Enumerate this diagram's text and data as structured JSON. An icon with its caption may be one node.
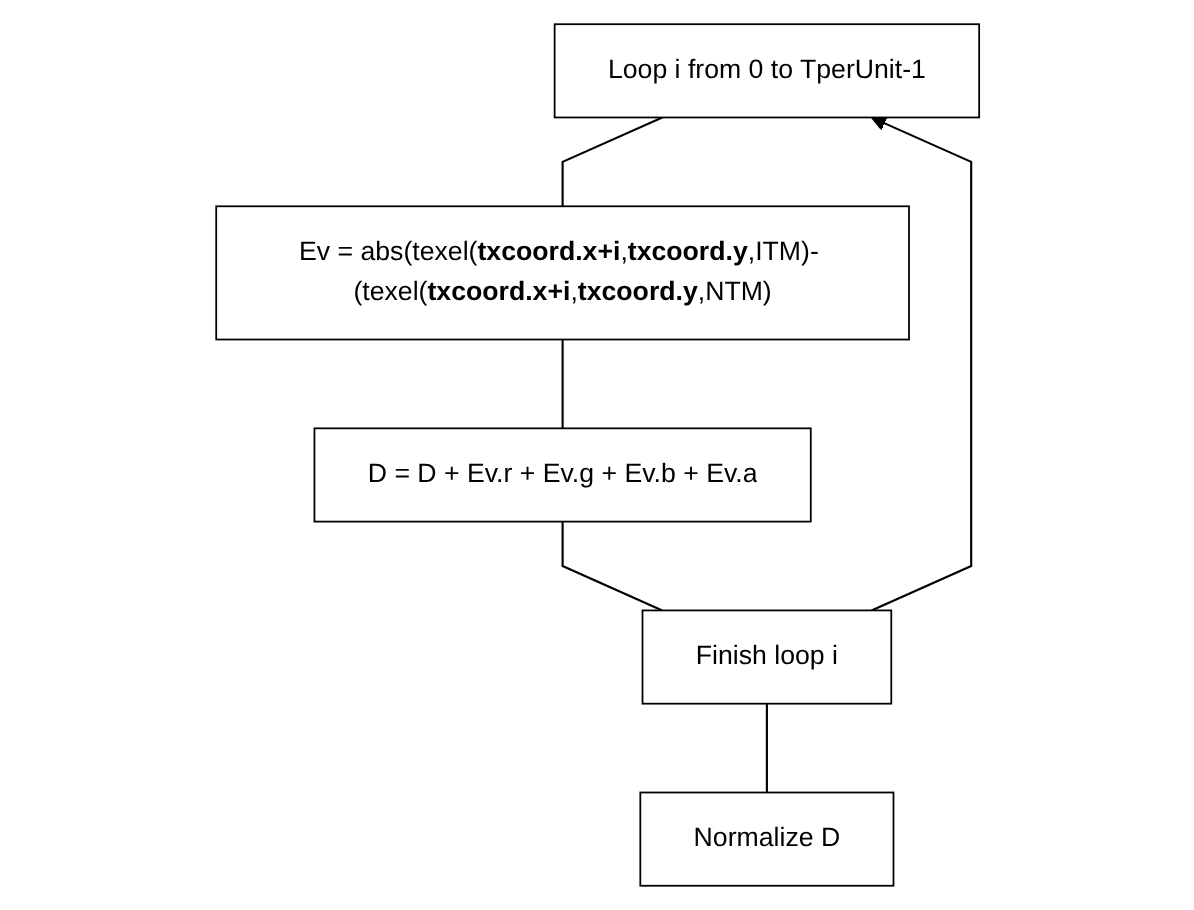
{
  "diagram": {
    "nodes": [
      {
        "text": [
          "Loop i from 0 to TperUnit-1"
        ]
      },
      {
        "text": [
          "Ev = abs(texel(**txcoord.x+i**,**txcoord.y**,ITM)- (texel(**txcoord.x+i**,**txcoord.y**,NTM)"
        ]
      },
      {
        "text": [
          "D = D + Ev.r + Ev.g + Ev.b + Ev.a"
        ]
      },
      {
        "text": [
          "Finish loop i"
        ]
      },
      {
        "text": [
          "Normalize D"
        ]
      }
    ],
    "edges": [
      {
        "from": 0,
        "to": 1,
        "arrow": "none"
      },
      {
        "from": 1,
        "to": 2,
        "arrow": "none"
      },
      {
        "from": 2,
        "to": 3,
        "arrow": "none"
      },
      {
        "from": 3,
        "to": 4,
        "arrow": "none"
      },
      {
        "from": 3,
        "to": 0,
        "arrow": "to"
      }
    ]
  }
}
